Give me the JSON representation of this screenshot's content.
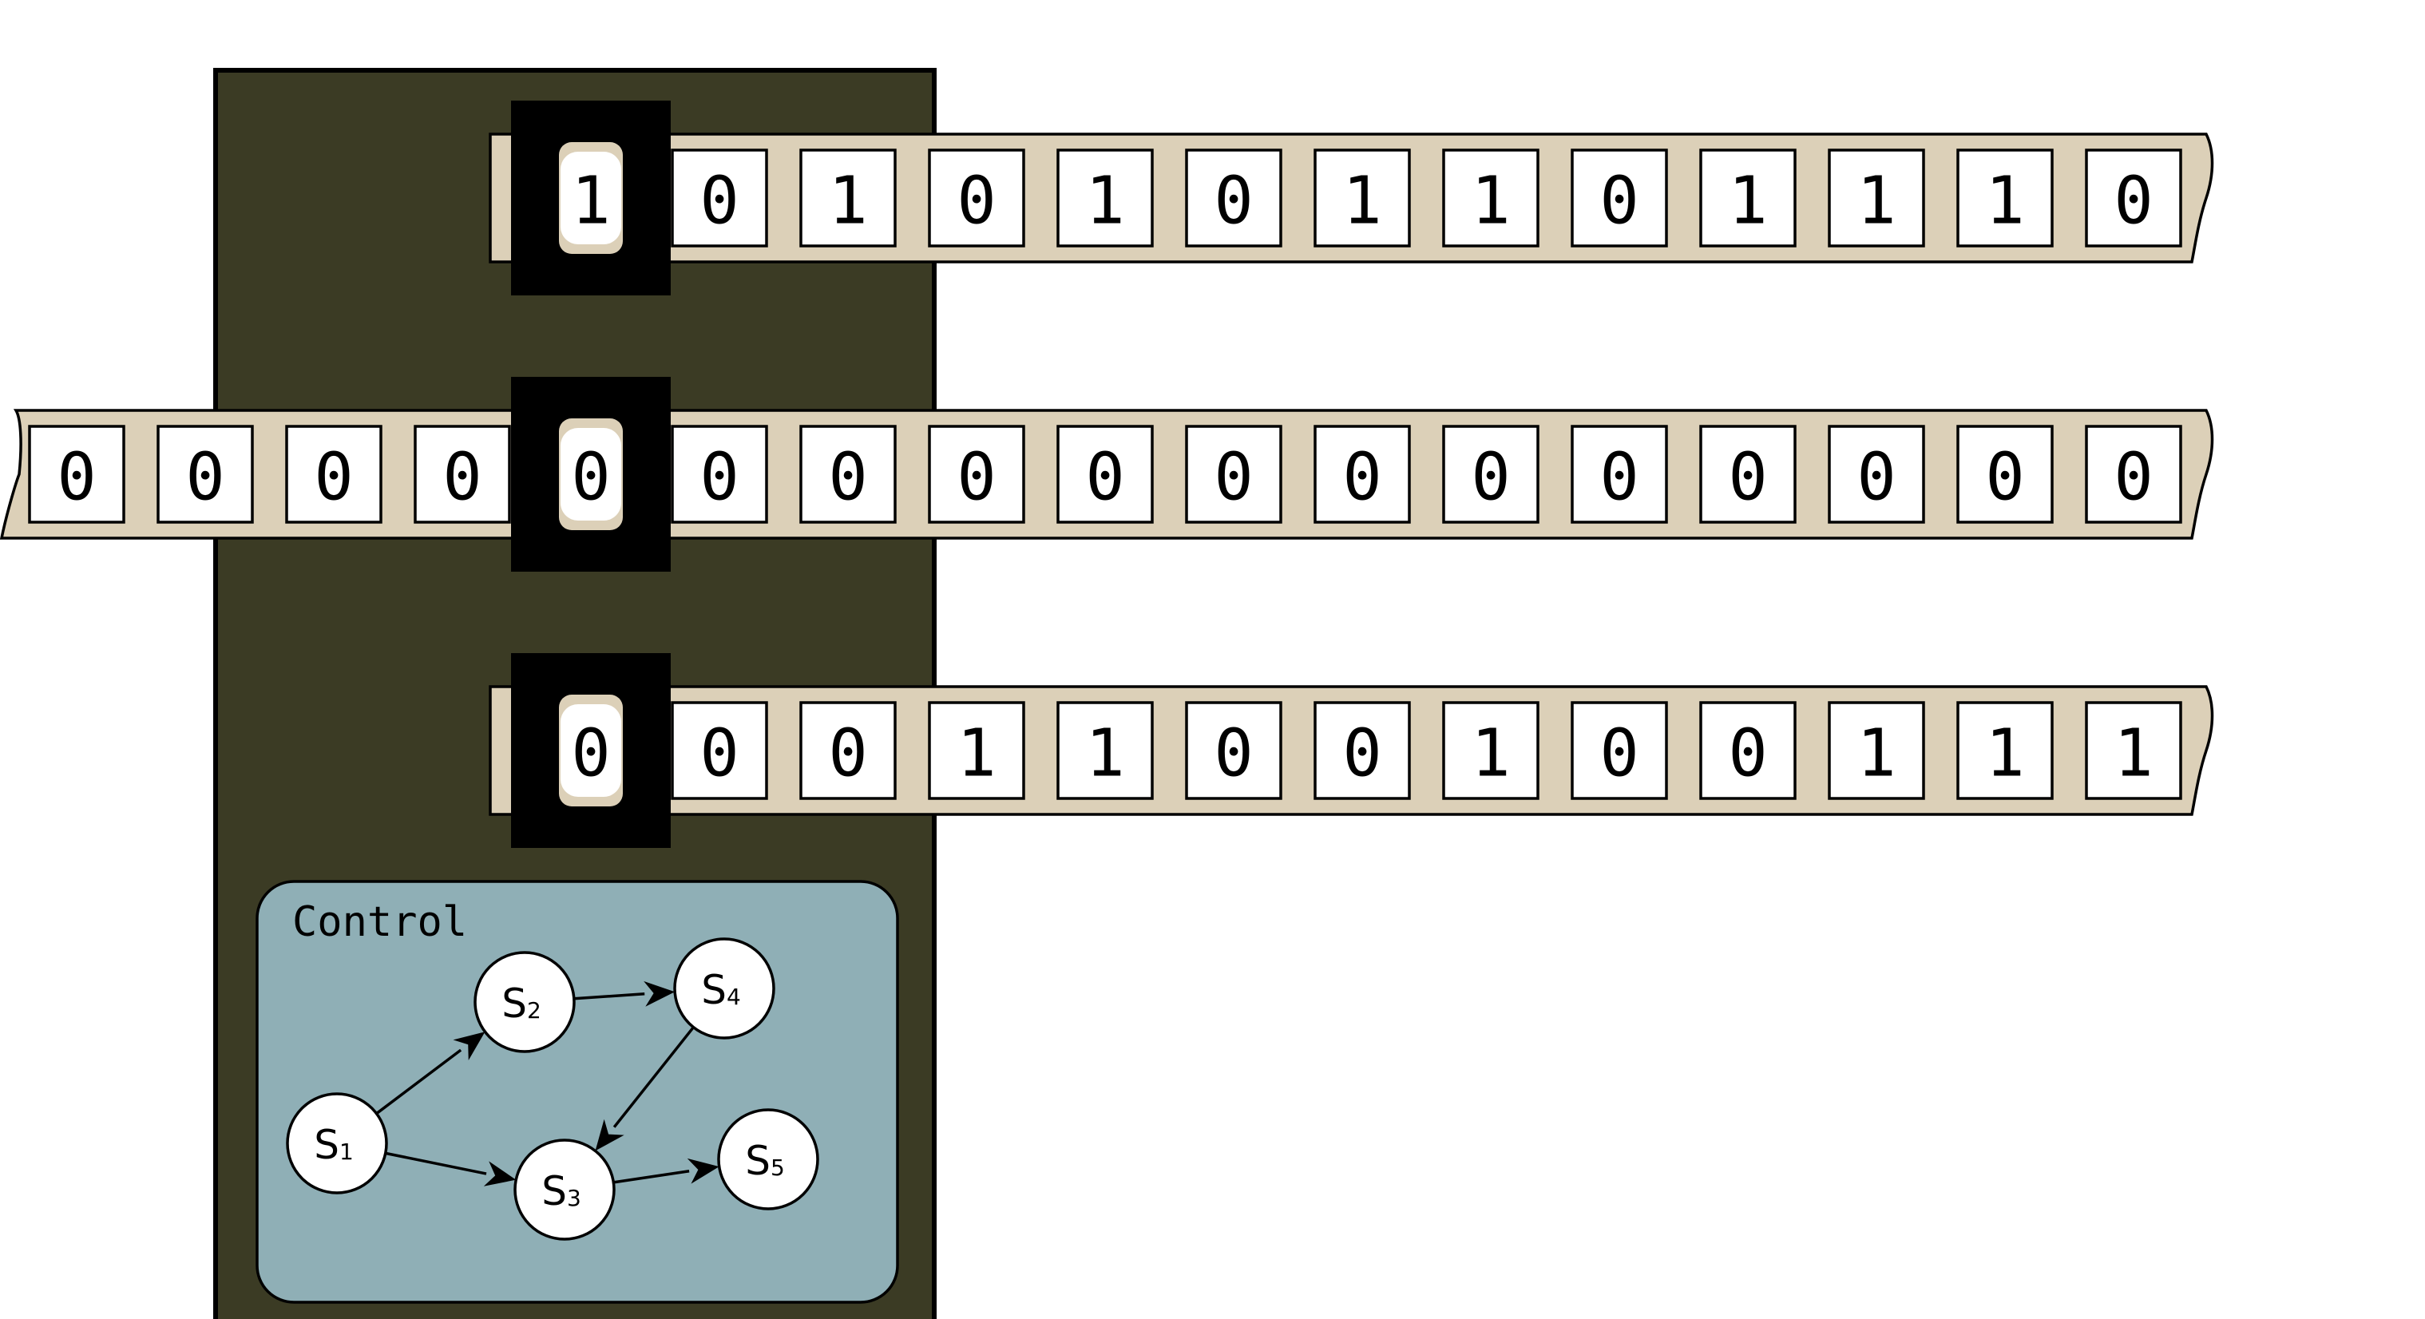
{
  "tapes": [
    {
      "name": "tape-1",
      "head_index": 0,
      "left_open": false,
      "cells": [
        "1",
        "0",
        "1",
        "0",
        "1",
        "0",
        "1",
        "1",
        "0",
        "1",
        "1",
        "1",
        "0"
      ]
    },
    {
      "name": "tape-2",
      "head_index": 4,
      "left_open": true,
      "cells": [
        "0",
        "0",
        "0",
        "0",
        "0",
        "0",
        "0",
        "0",
        "0",
        "0",
        "0",
        "0",
        "0",
        "0",
        "0",
        "0",
        "0"
      ]
    },
    {
      "name": "tape-3",
      "head_index": 0,
      "left_open": false,
      "cells": [
        "0",
        "0",
        "0",
        "1",
        "1",
        "0",
        "0",
        "1",
        "0",
        "0",
        "1",
        "1",
        "1"
      ]
    }
  ],
  "control": {
    "label": "Control",
    "states": [
      {
        "id": "s1",
        "base": "S",
        "sub": "1"
      },
      {
        "id": "s2",
        "base": "S",
        "sub": "2"
      },
      {
        "id": "s3",
        "base": "S",
        "sub": "3"
      },
      {
        "id": "s4",
        "base": "S",
        "sub": "4"
      },
      {
        "id": "s5",
        "base": "S",
        "sub": "5"
      }
    ],
    "transitions": [
      {
        "from": "s1",
        "to": "s2"
      },
      {
        "from": "s1",
        "to": "s3"
      },
      {
        "from": "s2",
        "to": "s4"
      },
      {
        "from": "s4",
        "to": "s3"
      },
      {
        "from": "s3",
        "to": "s5"
      }
    ]
  },
  "colors": {
    "machine_body": "#3b3b24",
    "tape": "#dcd0b8",
    "control_panel": "#8fafb6",
    "head": "#000000",
    "cell": "#ffffff"
  }
}
